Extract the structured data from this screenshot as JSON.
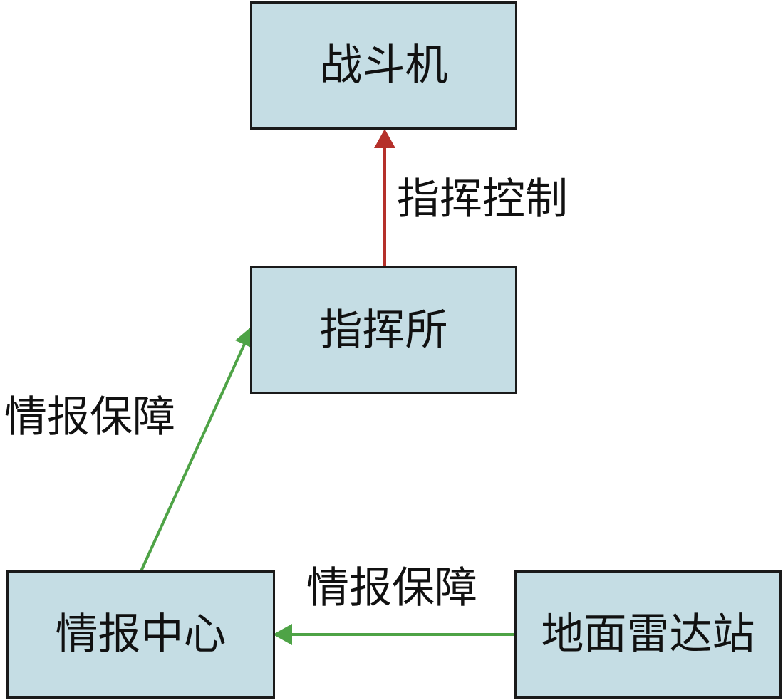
{
  "nodes": {
    "fighter": "战斗机",
    "command_post": "指挥所",
    "intel_center": "情报中心",
    "ground_radar": "地面雷达站"
  },
  "edges": {
    "command_to_fighter": {
      "label": "指挥控制",
      "color": "#b5302a"
    },
    "intel_to_command": {
      "label": "情报保障",
      "color": "#4ea346"
    },
    "radar_to_intel": {
      "label": "情报保障",
      "color": "#4ea346"
    }
  },
  "colors": {
    "node_fill": "#c5dde4",
    "node_border": "#1a1a1a"
  }
}
